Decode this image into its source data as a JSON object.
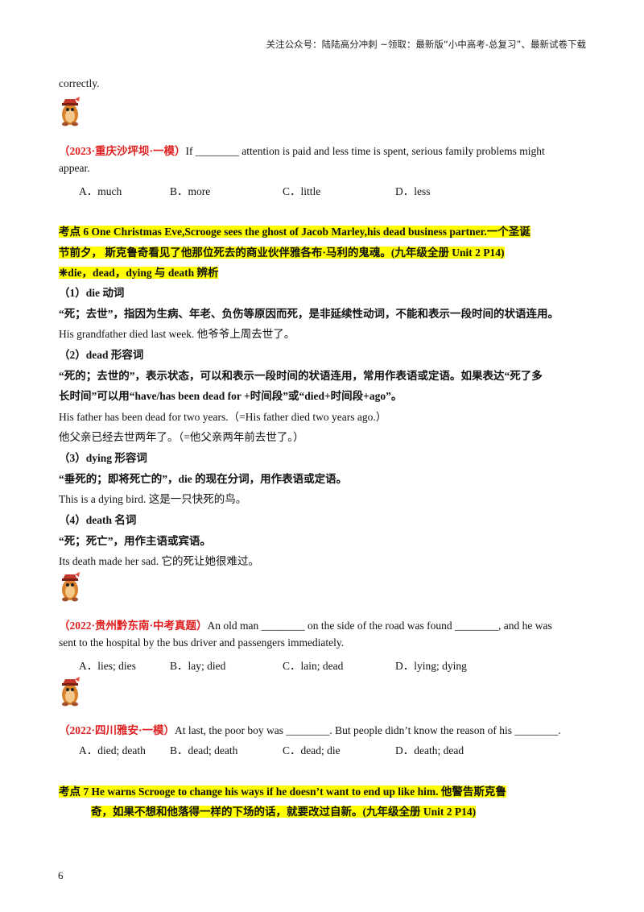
{
  "header": "关注公众号：陆陆高分冲刺 ~领取：最新版“小中高考-总复习”、最新试卷下载",
  "top_text": "correctly.",
  "q1": {
    "source": "（2023·重庆沙坪坝·一模）",
    "stem_1": "If ________ attention is paid and less time is spent, serious family problems might",
    "stem_2": "appear.",
    "options": [
      "A．much",
      "B．more",
      "C．little",
      "D．less"
    ]
  },
  "kp6": {
    "line1": "考点 6 One Christmas Eve,Scrooge sees the ghost of Jacob Marley,his dead business partner.一个圣诞",
    "line2": "节前夕， 斯克鲁奇看见了他那位死去的商业伙伴雅各布·马利的鬼魂。(九年级全册 Unit 2 P14)",
    "line3": "❈die，dead，dying 与 death 辨析"
  },
  "sections": {
    "s1_title": "（1）die 动词",
    "s1_desc": "“死；去世”，指因为生病、年老、负伤等原因而死，是非延续性动词，不能和表示一段时间的状语连用。",
    "s1_example": "His grandfather died last week. 他爷爷上周去世了。",
    "s2_title": "（2）dead 形容词",
    "s2_desc1": "“死的；去世的”，表示状态，可以和表示一段时间的状语连用，常用作表语或定语。如果表达“死了多",
    "s2_desc2": "长时间”可以用“have/has been dead for +时间段”或“died+时间段+ago”。",
    "s2_example1": "His father has been dead for two years.（=His father died two years ago.）",
    "s2_example2": "他父亲已经去世两年了。（=他父亲两年前去世了。）",
    "s3_title": "（3）dying 形容词",
    "s3_desc": "“垂死的；即将死亡的”，die 的现在分词，用作表语或定语。",
    "s3_example": "This is a dying bird. 这是一只快死的鸟。",
    "s4_title": "（4）death 名词",
    "s4_desc": "“死；死亡”，用作主语或宾语。",
    "s4_example": "Its death made her sad. 它的死让她很难过。"
  },
  "q2": {
    "source": "（2022·贵州黔东南·中考真题）",
    "stem_1": "An old man ________ on the side of the road was found ________, and he was",
    "stem_2": "sent to the hospital by the bus driver and passengers immediately.",
    "options": [
      "A．lies; dies",
      "B．lay; died",
      "C．lain; dead",
      "D．lying; dying"
    ]
  },
  "q3": {
    "source": "（2022·四川雅安·一模）",
    "stem_1": "At last, the poor boy was ________. But people didn’t know the reason of his ________.",
    "options": [
      "A．died; death",
      "B．dead; death",
      "C．dead; die",
      "D．death; dead"
    ]
  },
  "kp7": {
    "line1": "考点 7 He warns Scrooge to change his ways if he doesn’t want to end up like him. 他警告斯克鲁",
    "line2": "奇，如果不想和他落得一样的下场的话，就要改过自新。(九年级全册 Unit 2 P14)"
  },
  "page_number": "6"
}
